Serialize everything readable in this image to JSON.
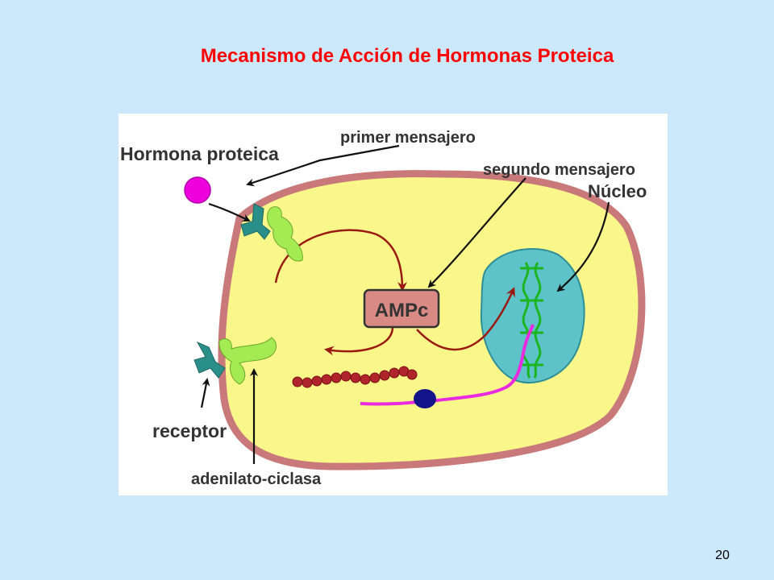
{
  "slide": {
    "title": "Mecanismo de Acción de Hormonas Proteica",
    "page_number": "20"
  },
  "diagram": {
    "labels": {
      "hormone": "Hormona proteica",
      "first_messenger": "primer mensajero",
      "second_messenger": "segundo mensajero",
      "nucleus": "Núcleo",
      "camp": "AMPc",
      "receptor": "receptor",
      "adenylate_cyclase": "adenilato-ciclasa"
    },
    "colors": {
      "cytoplasm": "#f9f78a",
      "membrane": "#c9797a",
      "nucleus": "#5ec3c8",
      "hormone": "#ee00dd",
      "receptor": "#2a8f88",
      "cyclase": "#a4ea52",
      "camp_box": "#d98a84",
      "pathway_arrow": "#9a1a12",
      "chromatin": "#1bb520",
      "mrna": "#e92ae0",
      "ribosome": "#13138a",
      "protein_chain": "#b0242b"
    }
  }
}
